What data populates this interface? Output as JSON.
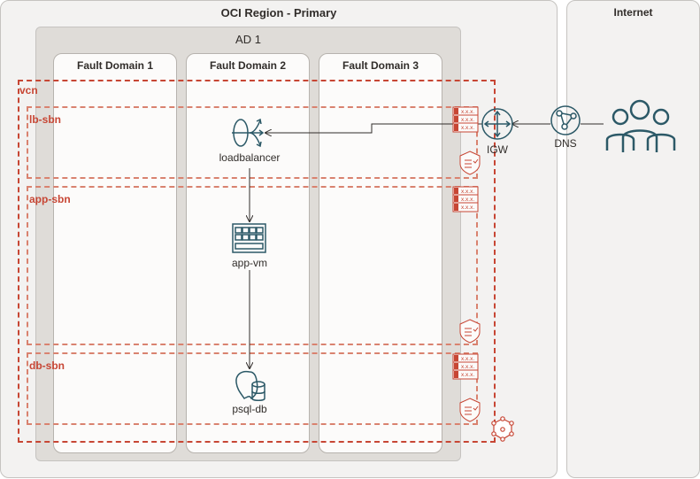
{
  "region": {
    "title": "OCI Region - Primary"
  },
  "internet": {
    "title": "Internet"
  },
  "ad": {
    "title": "AD 1"
  },
  "fault_domains": [
    "Fault Domain 1",
    "Fault Domain 2",
    "Fault Domain 3"
  ],
  "vcn": {
    "label": "vcn"
  },
  "subnets": [
    {
      "label": "lb-sbn"
    },
    {
      "label": "app-sbn"
    },
    {
      "label": "db-sbn"
    }
  ],
  "nodes": {
    "loadbalancer": "loadbalancer",
    "app_vm": "app-vm",
    "psql_db": "psql-db",
    "igw": "IGW",
    "dns": "DNS"
  },
  "route_table_text": "x.x.x.",
  "colors": {
    "accent": "#c74634",
    "icon": "#2c5967",
    "subnet": "#d9826f"
  }
}
